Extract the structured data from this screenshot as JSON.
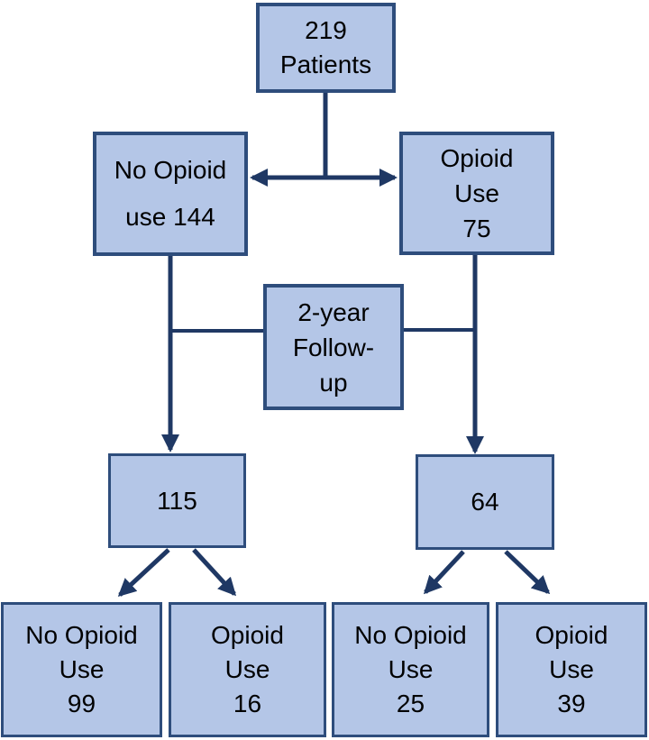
{
  "diagram": {
    "type": "flowchart",
    "background": "#ffffff",
    "colors": {
      "node_fill": "#b4c6e7",
      "node_border": "#2e4d7c",
      "connector": "#1f3864",
      "text": "#000000"
    },
    "nodes": {
      "total": {
        "lines": [
          "219",
          "Patients"
        ]
      },
      "no_opioid": {
        "lines": [
          "No Opioid",
          "use 144"
        ]
      },
      "opioid": {
        "lines": [
          "Opioid",
          "Use",
          "75"
        ]
      },
      "followup": {
        "lines": [
          "2-year",
          "Follow-",
          "up"
        ]
      },
      "cohort_no_opioid": {
        "lines": [
          "115"
        ]
      },
      "cohort_opioid": {
        "lines": [
          "64"
        ]
      },
      "outcome_no_no": {
        "lines": [
          "No Opioid",
          "Use",
          "99"
        ]
      },
      "outcome_no_yes": {
        "lines": [
          "Opioid",
          "Use",
          "16"
        ]
      },
      "outcome_yes_no": {
        "lines": [
          "No Opioid",
          "Use",
          "25"
        ]
      },
      "outcome_yes_yes": {
        "lines": [
          "Opioid",
          "Use",
          "39"
        ]
      }
    },
    "edges": [
      {
        "from": "total",
        "to": "no_opioid",
        "arrow": true
      },
      {
        "from": "total",
        "to": "opioid",
        "arrow": true
      },
      {
        "from": "no_opioid",
        "to": "cohort_no_opioid",
        "via": "followup",
        "arrow": true
      },
      {
        "from": "opioid",
        "to": "cohort_opioid",
        "via": "followup",
        "arrow": true
      },
      {
        "from": "cohort_no_opioid",
        "to": "outcome_no_no",
        "arrow": true
      },
      {
        "from": "cohort_no_opioid",
        "to": "outcome_no_yes",
        "arrow": true
      },
      {
        "from": "cohort_opioid",
        "to": "outcome_yes_no",
        "arrow": true
      },
      {
        "from": "cohort_opioid",
        "to": "outcome_yes_yes",
        "arrow": true
      }
    ]
  }
}
